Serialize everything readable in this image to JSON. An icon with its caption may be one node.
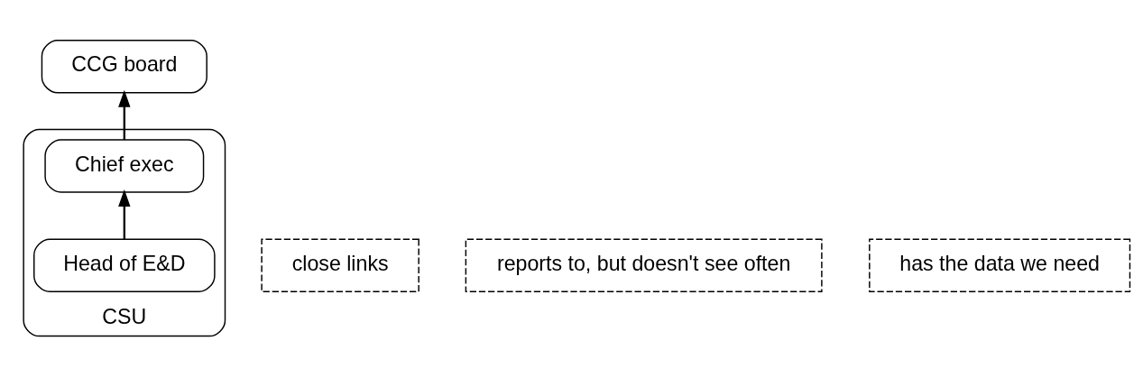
{
  "diagram": {
    "nodes": [
      {
        "text": [
          "CSU"
        ]
      },
      {
        "text": [
          "CCG board"
        ]
      },
      {
        "text": [
          "Chief exec"
        ],
        "in": 0
      },
      {
        "text": [
          "Head of E&D"
        ],
        "in": 0
      },
      {
        "text": [
          "close links"
        ]
      },
      {
        "text": [
          "reports to, but doesn't see often"
        ]
      },
      {
        "text": [
          "has the data we need"
        ]
      }
    ],
    "edges": [
      {
        "from": 2,
        "to": 1,
        "arrow": "to"
      },
      {
        "from": 3,
        "to": 2,
        "arrow": "to"
      }
    ]
  }
}
